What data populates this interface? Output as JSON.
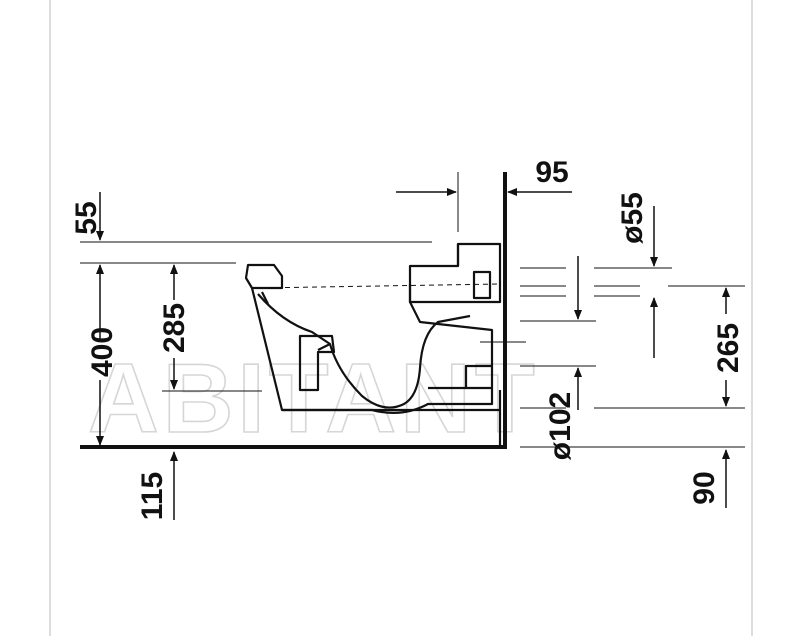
{
  "watermark": "ABITANT",
  "dimensions": {
    "d55_top": "55",
    "d400": "400",
    "d285": "285",
    "d115": "115",
    "d95": "95",
    "d_dia55": "ø55",
    "d_dia102": "ø102",
    "d265": "265",
    "d90": "90"
  }
}
